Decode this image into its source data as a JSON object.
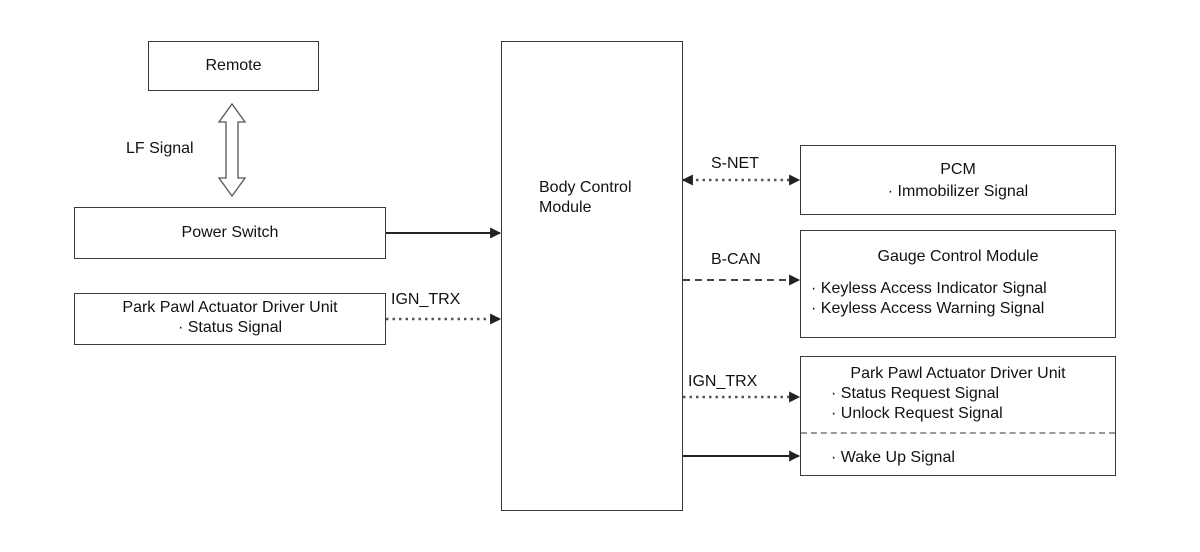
{
  "remote": {
    "label": "Remote"
  },
  "lf_signal": {
    "label": "LF Signal"
  },
  "power_switch": {
    "label": "Power Switch"
  },
  "ppadu_left": {
    "title": "Park Pawl Actuator Driver Unit",
    "items": [
      "· Status Signal"
    ]
  },
  "bcm": {
    "label_line1": "Body Control",
    "label_line2": "Module"
  },
  "pcm": {
    "title": "PCM",
    "items": [
      "· Immobilizer Signal"
    ]
  },
  "gauge": {
    "title": "Gauge Control Module",
    "items": [
      "· Keyless Access Indicator Signal",
      "· Keyless Access Warning Signal"
    ]
  },
  "ppadu_right": {
    "title": "Park Pawl Actuator Driver Unit",
    "items": [
      "· Status Request Signal",
      "· Unlock Request Signal"
    ],
    "bottom_item": "· Wake Up Signal"
  },
  "connections": {
    "snet": "S-NET",
    "bcan": "B-CAN",
    "ign_trx_left": "IGN_TRX",
    "ign_trx_right": "IGN_TRX"
  }
}
